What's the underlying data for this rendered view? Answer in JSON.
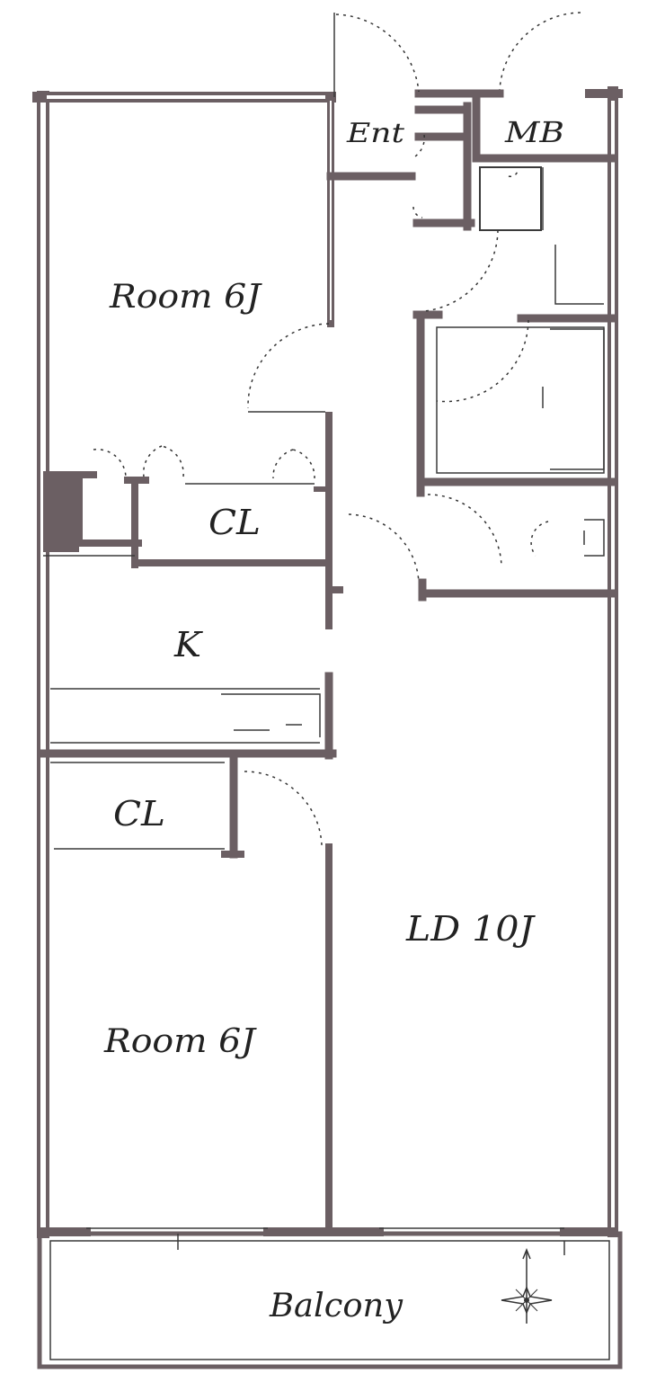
{
  "rooms": {
    "entrance": "Ent",
    "meter_box": "MB",
    "room_north": "Room 6J",
    "closet_north": "CL",
    "kitchen": "K",
    "closet_south": "CL",
    "living_dining": "LD 10J",
    "room_south": "Room 6J",
    "balcony": "Balcony"
  },
  "colors": {
    "wall": "#6b5f63",
    "ink": "#222222",
    "background": "#ffffff"
  },
  "icons": [
    "compass-north-arrow-icon"
  ]
}
